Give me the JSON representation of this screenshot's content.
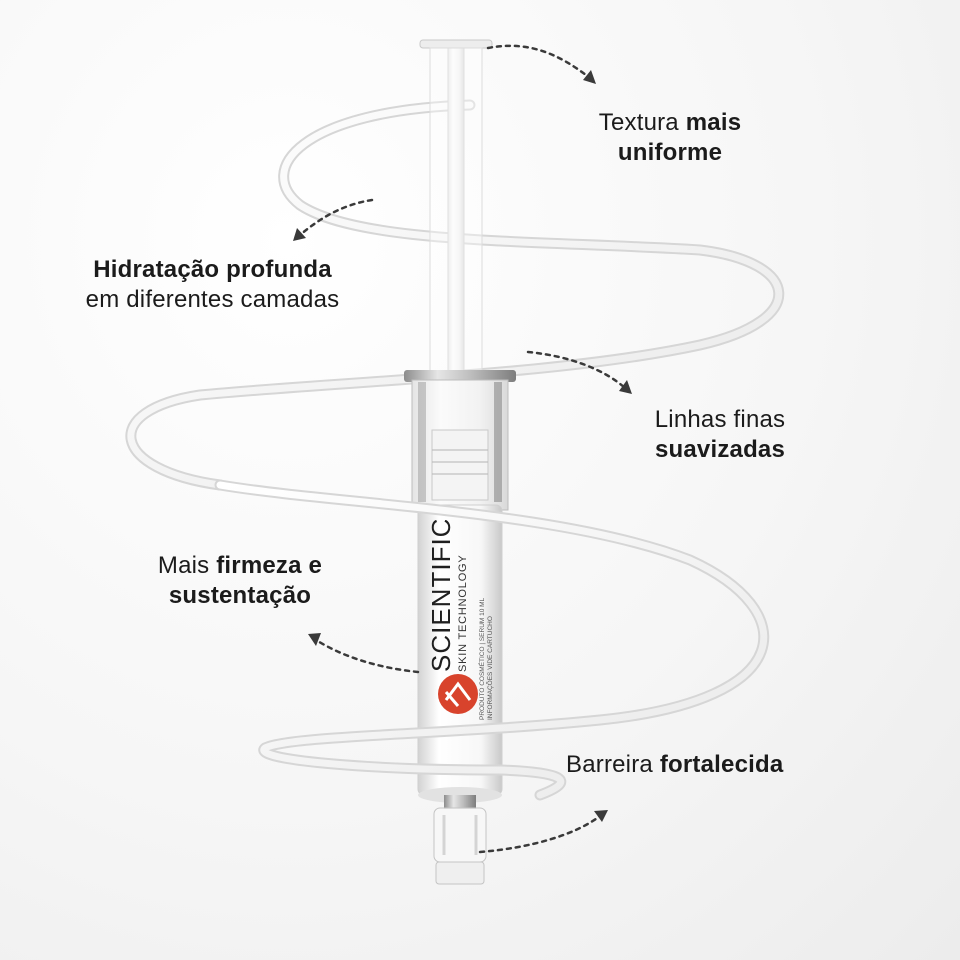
{
  "benefits": {
    "texture": {
      "regular": "Textura ",
      "bold": "mais uniforme"
    },
    "hydration": {
      "bold": "Hidratação profunda",
      "regular": "em diferentes camadas"
    },
    "lines": {
      "regular": "Linhas finas",
      "bold": "suavizadas"
    },
    "firmness": {
      "regular": "Mais ",
      "bold_1": "firmeza e",
      "bold_2": "sustentação"
    },
    "barrier": {
      "regular": "Barreira ",
      "bold": "fortalecida"
    }
  },
  "product": {
    "brand": "SCIENTIFIC",
    "tagline": "SKIN TECHNOLOGY",
    "detail_1": "PRODUTO COSMÉTICO | SERUM 10 ML",
    "detail_2": "INFORMAÇÕES VIDE CARTUCHO"
  },
  "colors": {
    "accent": "#d8432c",
    "text": "#1b1b1b",
    "background": "#f4f4f4"
  }
}
